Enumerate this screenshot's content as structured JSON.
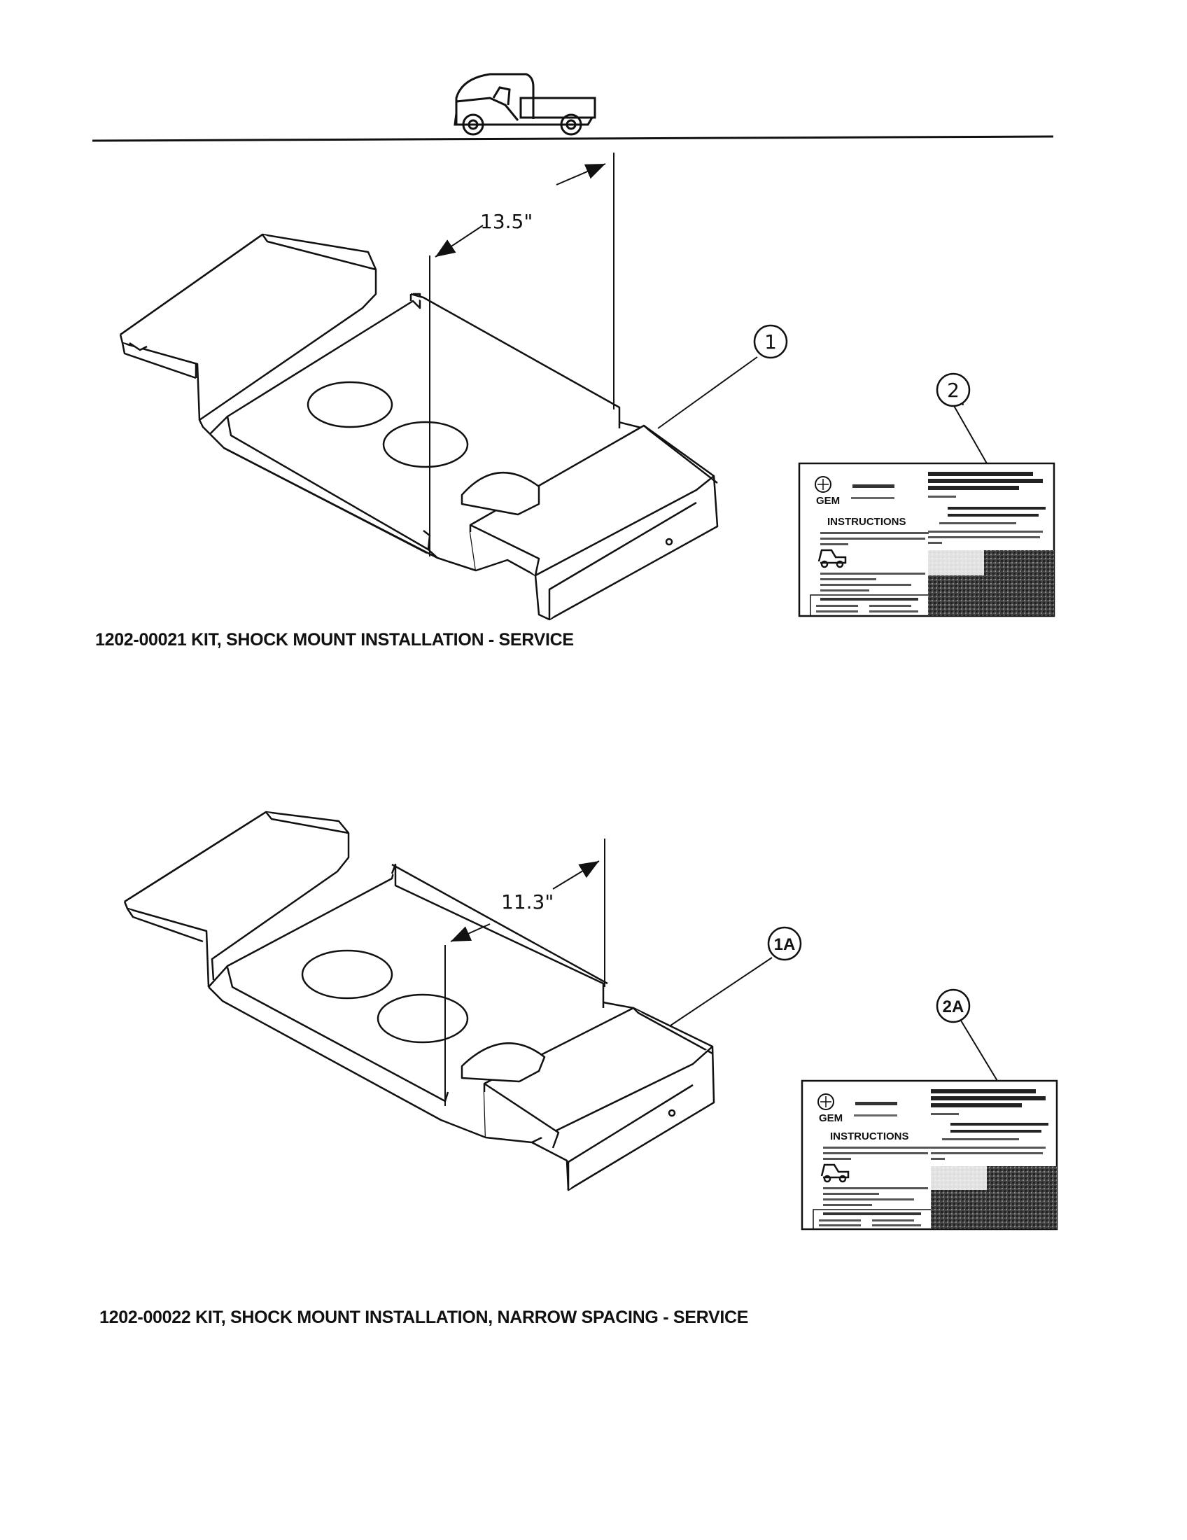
{
  "figure_1": {
    "dimension": "13.5\"",
    "part_callout": "1",
    "doc_callout": "2",
    "caption": "1202-00021 KIT, SHOCK MOUNT INSTALLATION - SERVICE"
  },
  "figure_2": {
    "dimension": "11.3\"",
    "part_callout": "1A",
    "doc_callout": "2A",
    "caption": "1202-00022 KIT, SHOCK MOUNT INSTALLATION, NARROW SPACING - SERVICE"
  },
  "instruction_sheet": {
    "brand": "GEM",
    "heading": "INSTRUCTIONS"
  },
  "icons": {
    "header": "vehicle-logo-icon"
  }
}
